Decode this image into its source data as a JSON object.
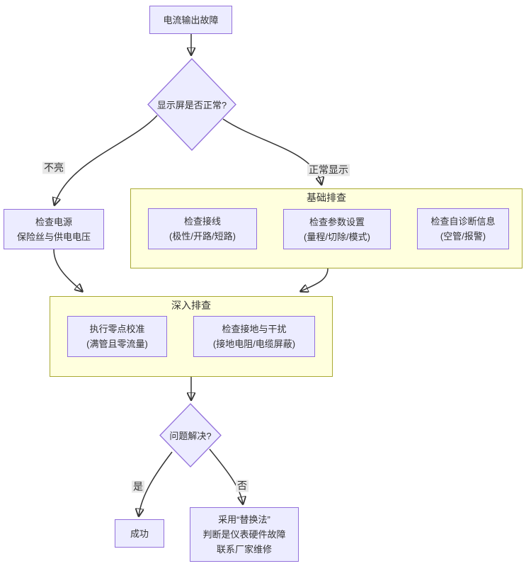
{
  "flowchart": {
    "nodes": {
      "start": "电流输出故障",
      "display_decision": "显示屏是否正常?",
      "power": "检查电源\n保险丝与供电电压",
      "wiring": "检查接线\n(极性/开路/短路)",
      "params": "检查参数设置\n(量程/切除/模式)",
      "self_diag": "检查自诊断信息\n(空管/报警)",
      "zero_cal": "执行零点校准\n(满管且零流量)",
      "grounding": "检查接地与干扰\n(接地电阻/电缆屏蔽)",
      "solved_decision": "问题解决?",
      "success": "成功",
      "replace": "采用“替换法”\n判断是仪表硬件故障\n联系厂家维修"
    },
    "clusters": {
      "basic": "基础排查",
      "deep": "深入排查"
    },
    "edge_labels": {
      "not_lit": "不亮",
      "normal": "正常显示",
      "yes": "是",
      "no": "否"
    },
    "colors": {
      "node_fill": "#ECECFF",
      "node_border": "#9370DB",
      "cluster_fill": "#FFFFDE",
      "cluster_border": "#AAAA33",
      "edge_line": "#333333",
      "edge_label_bg": "#E8E8E8",
      "text": "#333333"
    }
  }
}
